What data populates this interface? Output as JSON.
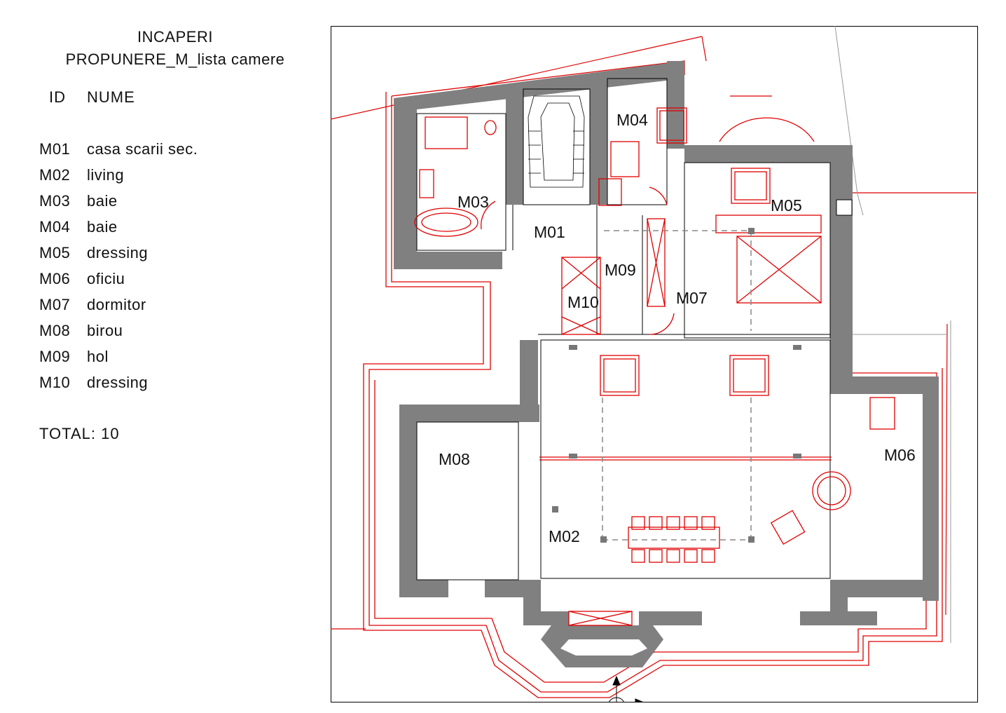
{
  "legend": {
    "title_line1": "INCAPERI",
    "title_line2": "PROPUNERE_M_lista camere",
    "header_id": "ID",
    "header_name": "NUME",
    "rooms": [
      {
        "id": "M01",
        "name": "casa scarii sec."
      },
      {
        "id": "M02",
        "name": "living"
      },
      {
        "id": "M03",
        "name": "baie"
      },
      {
        "id": "M04",
        "name": "baie"
      },
      {
        "id": "M05",
        "name": "dressing"
      },
      {
        "id": "M06",
        "name": "oficiu"
      },
      {
        "id": "M07",
        "name": "dormitor"
      },
      {
        "id": "M08",
        "name": "birou"
      },
      {
        "id": "M09",
        "name": "hol"
      },
      {
        "id": "M10",
        "name": "dressing"
      }
    ],
    "total": "TOTAL: 10"
  },
  "plan": {
    "labels": {
      "m01": "M01",
      "m02": "M02",
      "m03": "M03",
      "m04": "M04",
      "m05": "M05",
      "m06": "M06",
      "m07": "M07",
      "m08": "M08",
      "m09": "M09",
      "m10": "M10"
    }
  },
  "colors": {
    "wall": "#808080",
    "red_line": "#e00000",
    "frame": "#000000"
  }
}
